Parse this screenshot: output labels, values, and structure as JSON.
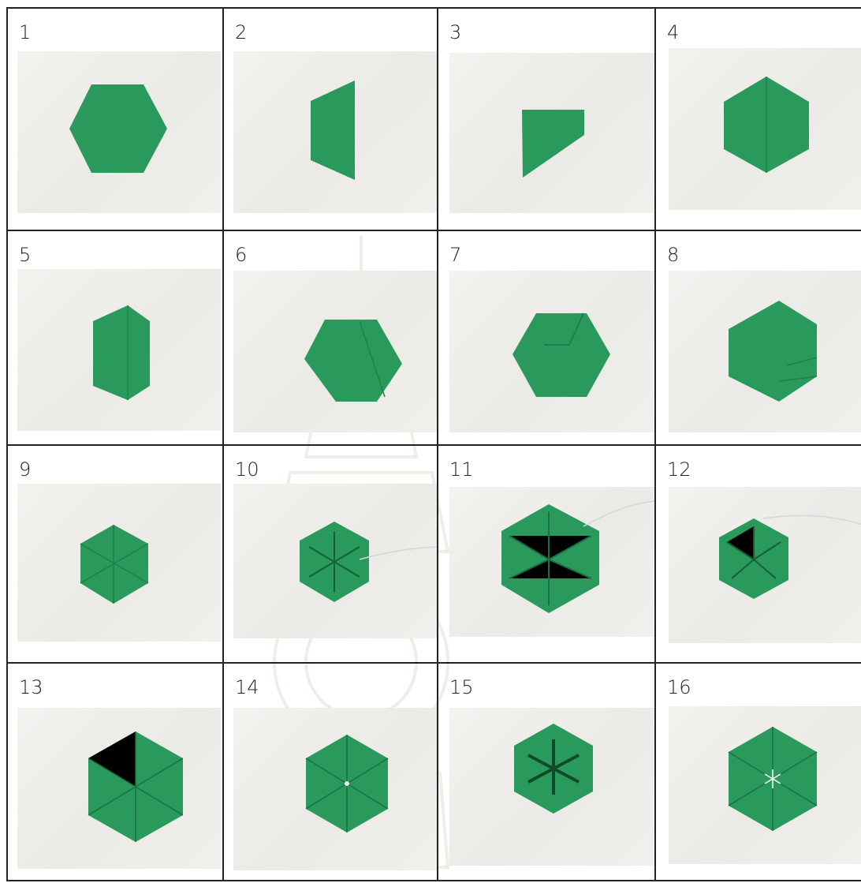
{
  "steps": [
    {
      "label": "1"
    },
    {
      "label": "2"
    },
    {
      "label": "3"
    },
    {
      "label": "4"
    },
    {
      "label": "5"
    },
    {
      "label": "6"
    },
    {
      "label": "7"
    },
    {
      "label": "8"
    },
    {
      "label": "9"
    },
    {
      "label": "10"
    },
    {
      "label": "11"
    },
    {
      "label": "12"
    },
    {
      "label": "13"
    },
    {
      "label": "14"
    },
    {
      "label": "15"
    },
    {
      "label": "16"
    }
  ],
  "colors": {
    "paper": "#2a9a5c",
    "paper_dark": "#1f7f4a",
    "background": "#efeeeb",
    "grid_line": "#222222"
  }
}
